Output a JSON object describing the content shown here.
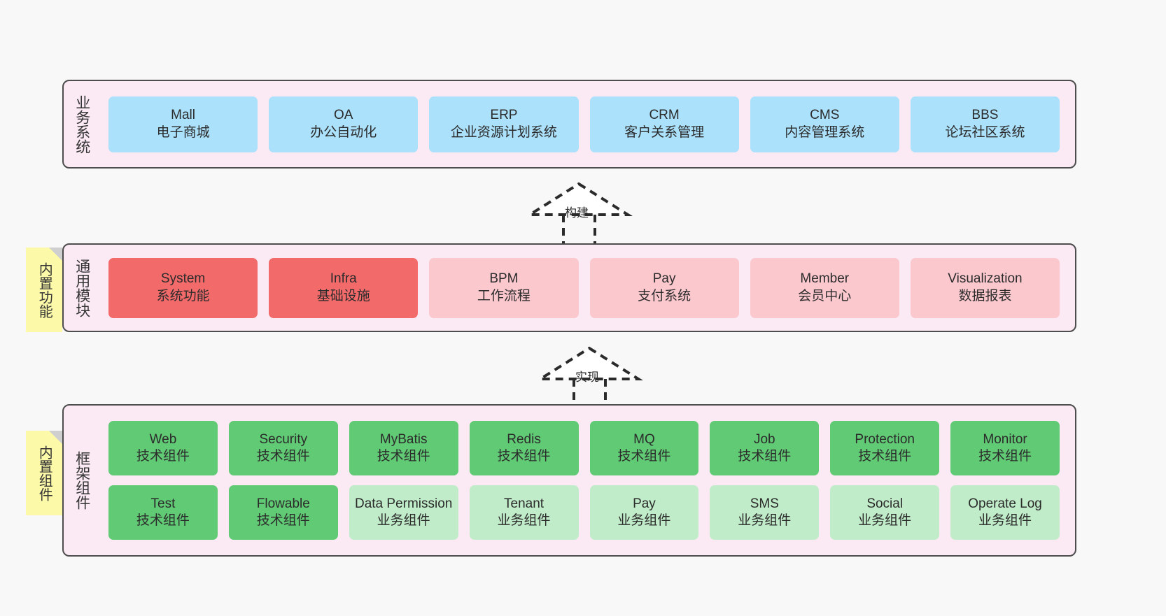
{
  "diagram": {
    "background": "#f8f8f8",
    "panel_fill": "#fbeaf4",
    "panel_stroke": "#4d4d4d",
    "note_fill": "#fcf9a8",
    "colors": {
      "business_system": "#ace1fb",
      "module_strong": "#f36a6a",
      "module_soft": "#fbc8ce",
      "tech_component": "#61ca75",
      "business_component": "#c1ecc9"
    }
  },
  "layers": {
    "business": {
      "label": "业务系统",
      "cards": [
        {
          "name": "Mall",
          "desc": "电子商城"
        },
        {
          "name": "OA",
          "desc": "办公自动化"
        },
        {
          "name": "ERP",
          "desc": "企业资源计划系统"
        },
        {
          "name": "CRM",
          "desc": "客户关系管理"
        },
        {
          "name": "CMS",
          "desc": "内容管理系统"
        },
        {
          "name": "BBS",
          "desc": "论坛社区系统"
        }
      ]
    },
    "modules": {
      "label": "通用模块",
      "note": "内置功能",
      "cards": [
        {
          "name": "System",
          "desc": "系统功能",
          "style": "strong"
        },
        {
          "name": "Infra",
          "desc": "基础设施",
          "style": "strong"
        },
        {
          "name": "BPM",
          "desc": "工作流程",
          "style": "soft"
        },
        {
          "name": "Pay",
          "desc": "支付系统",
          "style": "soft"
        },
        {
          "name": "Member",
          "desc": "会员中心",
          "style": "soft"
        },
        {
          "name": "Visualization",
          "desc": "数据报表",
          "style": "soft"
        }
      ]
    },
    "framework": {
      "label": "框架组件",
      "note": "内置组件",
      "row1": [
        {
          "name": "Web",
          "desc": "技术组件",
          "style": "tech"
        },
        {
          "name": "Security",
          "desc": "技术组件",
          "style": "tech"
        },
        {
          "name": "MyBatis",
          "desc": "技术组件",
          "style": "tech"
        },
        {
          "name": "Redis",
          "desc": "技术组件",
          "style": "tech"
        },
        {
          "name": "MQ",
          "desc": "技术组件",
          "style": "tech"
        },
        {
          "name": "Job",
          "desc": "技术组件",
          "style": "tech"
        },
        {
          "name": "Protection",
          "desc": "技术组件",
          "style": "tech"
        },
        {
          "name": "Monitor",
          "desc": "技术组件",
          "style": "tech"
        }
      ],
      "row2": [
        {
          "name": "Test",
          "desc": "技术组件",
          "style": "tech"
        },
        {
          "name": "Flowable",
          "desc": "技术组件",
          "style": "tech"
        },
        {
          "name": "Data Permission",
          "desc": "业务组件",
          "style": "bizc"
        },
        {
          "name": "Tenant",
          "desc": "业务组件",
          "style": "bizc"
        },
        {
          "name": "Pay",
          "desc": "业务组件",
          "style": "bizc"
        },
        {
          "name": "SMS",
          "desc": "业务组件",
          "style": "bizc"
        },
        {
          "name": "Social",
          "desc": "业务组件",
          "style": "bizc"
        },
        {
          "name": "Operate Log",
          "desc": "业务组件",
          "style": "bizc"
        }
      ]
    }
  },
  "connectors": [
    {
      "label": "构建",
      "from": "modules",
      "to": "business"
    },
    {
      "label": "实现",
      "from": "framework",
      "to": "modules"
    }
  ]
}
